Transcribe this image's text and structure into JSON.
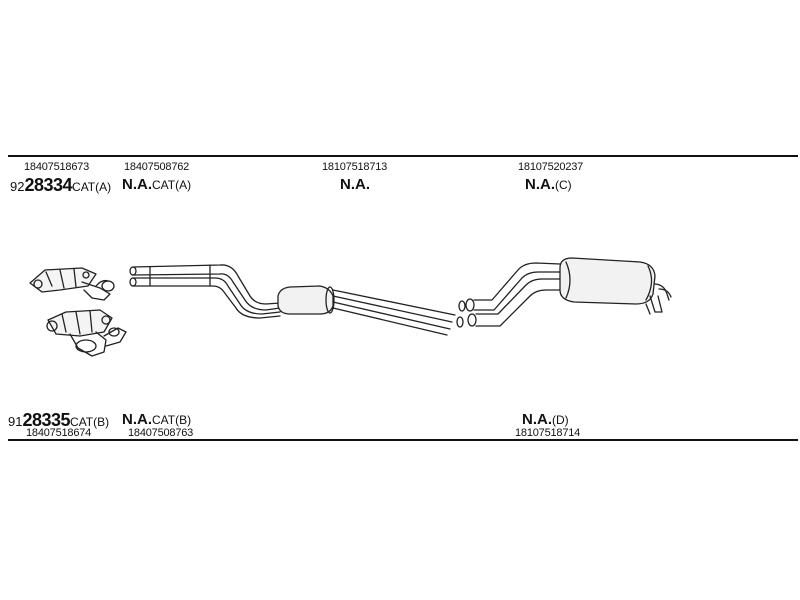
{
  "top": {
    "part_numbers": [
      "18407518673",
      "18407508762",
      "18107518713",
      "18107520237"
    ],
    "labels": [
      {
        "prefix": "92",
        "code": "28334",
        "suffix": "CAT(A)"
      },
      {
        "code": "N.A.",
        "suffix": "CAT(A)"
      },
      {
        "code": "N.A."
      },
      {
        "code": "N.A.",
        "suffix": "(C)"
      }
    ]
  },
  "bottom": {
    "labels": [
      {
        "prefix": "91",
        "code": "28335",
        "suffix": "CAT(B)"
      },
      {
        "code": "N.A.",
        "suffix": "CAT(B)"
      },
      {
        "code": "N.A.",
        "suffix": "(D)"
      }
    ],
    "part_numbers": [
      "18407518674",
      "18407508763",
      "18107518714"
    ]
  }
}
